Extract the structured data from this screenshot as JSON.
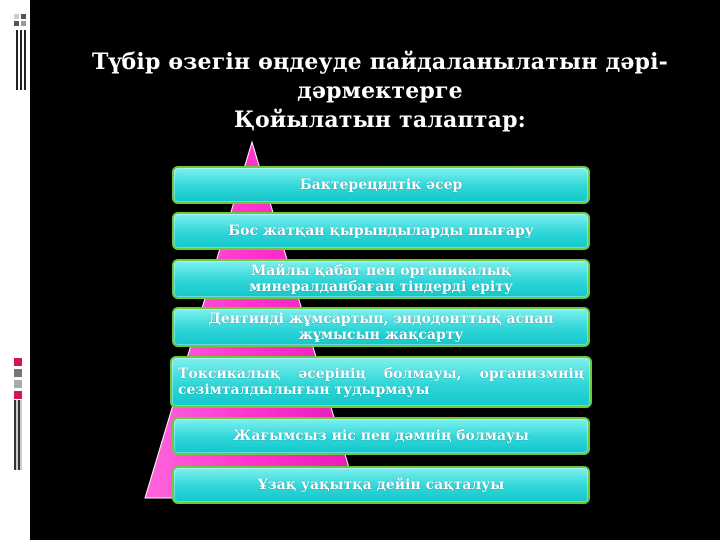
{
  "title": {
    "line1": "Түбір өзегін өңдеуде пайдаланылатын дәрі-",
    "line2": "дәрмектерге",
    "line3": "Қойылатын талаптар:"
  },
  "colors": {
    "background": "#000000",
    "pyramid_fill": "#ff33cc",
    "box_fill": "#2fd6d8",
    "box_border": "#6bc93e",
    "text": "#ffffff"
  },
  "requirements": [
    "Бактерецидтік әсер",
    "Бос жатқан қырындыларды шығару",
    "Майлы қабат пен органикалық минералданбаған тіндерді еріту",
    "Дентинді жұмсартып, эндодонттық аспап жұмысын жақсарту",
    "Токсикалық әсерінің болмауы, организмнің сезімталдылығын тудырмауы",
    "Жағымсыз иіс пен дәмнің болмауы",
    "Ұзақ уақытқа дейін сақталуы"
  ]
}
